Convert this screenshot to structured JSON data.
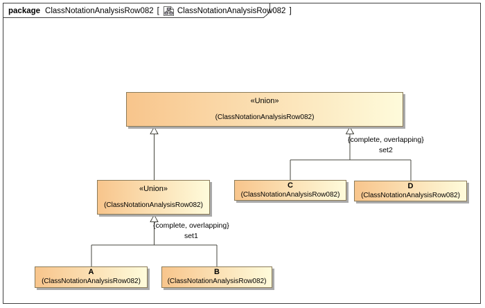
{
  "header": {
    "keyword": "package",
    "package_name": "ClassNotationAnalysisRow082",
    "bracket_open": "[",
    "diagram_name": "ClassNotationAnalysisRow082",
    "bracket_close": "]",
    "icon": "class-diagram-icon"
  },
  "boxes": {
    "top_union": {
      "stereotype": "«Union»",
      "name": "(ClassNotationAnalysisRow082)"
    },
    "mid_union": {
      "stereotype": "«Union»",
      "name": "(ClassNotationAnalysisRow082)"
    },
    "a": {
      "title": "A",
      "name": "(ClassNotationAnalysisRow082)"
    },
    "b": {
      "title": "B",
      "name": "(ClassNotationAnalysisRow082)"
    },
    "c": {
      "title": "C",
      "name": "(ClassNotationAnalysisRow082)"
    },
    "d": {
      "title": "D",
      "name": "(ClassNotationAnalysisRow082)"
    }
  },
  "labels": {
    "set1": {
      "constraint": "{complete, overlapping}",
      "name": "set1"
    },
    "set2": {
      "constraint": "{complete, overlapping}",
      "name": "set2"
    }
  },
  "colors": {
    "background": "#ffffff",
    "frame_border": "#3f3f3f",
    "box_gradient_left": "#f8c58c",
    "box_gradient_right": "#fefbdb",
    "box_border": "#8a7a58",
    "box_shadow": "#aaaaaa",
    "line": "#44443c"
  }
}
